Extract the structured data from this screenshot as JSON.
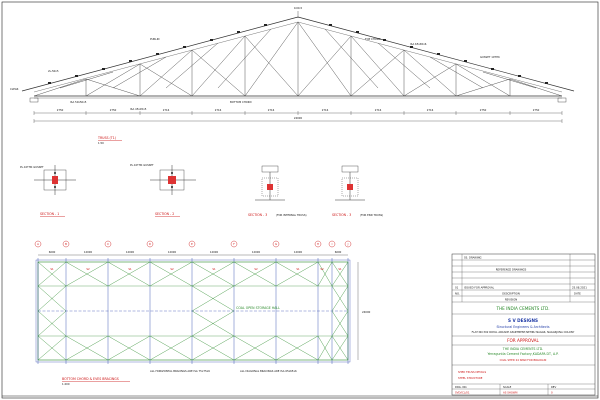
{
  "drawing": {
    "ridge_label": "0.00-5",
    "eave_label": "CLEAR",
    "truss_title": "TRUSS (T1)",
    "truss_scale": "1:50",
    "span": "24000",
    "segments": [
      "2750",
      "2750",
      "2716",
      "2716",
      "2716",
      "2716",
      "2716",
      "2716",
      "2750",
      "2750"
    ],
    "truss_member_labels": [
      "PURLIN",
      "2L-50x5",
      "ISA 65x65x6",
      "ISA 50x50x5",
      "ISA 45x45x5",
      "GUSSET 10THK",
      "TOP CHORD",
      "BOTTOM CHORD"
    ],
    "sections": [
      {
        "title": "SECTION - 1",
        "note": "PL.10THK GUSSET"
      },
      {
        "title": "SECTION - 2",
        "note": "PL.10THK GUSSET"
      },
      {
        "title": "SECTION - 3",
        "note": "(FOR INTERNAL TRUSS)"
      },
      {
        "title": "SECTION - 3",
        "note": "(FOR END TRUSS)"
      }
    ],
    "plan_grid_labels": [
      "A",
      "B",
      "C",
      "D",
      "E",
      "F",
      "G",
      "H",
      "I",
      "J",
      "K"
    ],
    "plan_dims_top": [
      "6000",
      "12000",
      "12000",
      "12000",
      "12000",
      "12000",
      "12000",
      "6000"
    ],
    "plan_inner_labels": [
      "S1",
      "S2",
      "S1",
      "S2",
      "S1",
      "S2",
      "S1",
      "S2",
      "S1"
    ],
    "plan_center_text": "COAL OPEN STORAGE HALL",
    "plan_width": "24000",
    "plan_legend": [
      "ALL HORIZONTAL BRACINGS ARE ISA 75x75x6",
      "ALL DIAGONAL BRACINGS ARE ISA 65x65x6"
    ],
    "plan_caption": "BOTTOM CHORD & EVES BRACINGS",
    "plan_scale": "1:200"
  },
  "title_block": {
    "revision_header": [
      "NO.",
      "DESCRIPTION",
      "DATE"
    ],
    "rev_rows": [
      [
        "",
        "SS. DRAWING",
        ""
      ],
      [
        "",
        "",
        ""
      ],
      [
        "",
        "",
        ""
      ]
    ],
    "ref_title": "REFERENCE DRAWINGS",
    "issue_row": [
      "01",
      "ISSUED FOR APPROVAL",
      "25.08.2021"
    ],
    "revision_label": "REVISION",
    "client": "THE INDIA CEMENTS LTD.",
    "firm": "S V DESIGNS",
    "firm_sub": "Structural Engineers & Architects",
    "firm_address": "FLAT NO:302 ROYAL ARCADE APARTMENT,NEHRU NAGAR, NAGARJUNA COLONY",
    "status": "FOR APPROVAL",
    "project_client": "THE INDIA CEMENTS LTD.",
    "project_location": "Yerraguntla Cement Factory,KADAPA DT, A.P.",
    "project_title": "COAL SHED 24 SPAN FOR BRACKLIN",
    "sheet_title_1": "SHED TRUSS DETAILS",
    "sheet_title_2": "STEEL STRUCTURE",
    "footer_fields": [
      "DRG. NO.",
      "SCALE",
      "REV"
    ],
    "footer_values": [
      "SVD/ICL/01",
      "AS SHOWN",
      "0"
    ]
  }
}
